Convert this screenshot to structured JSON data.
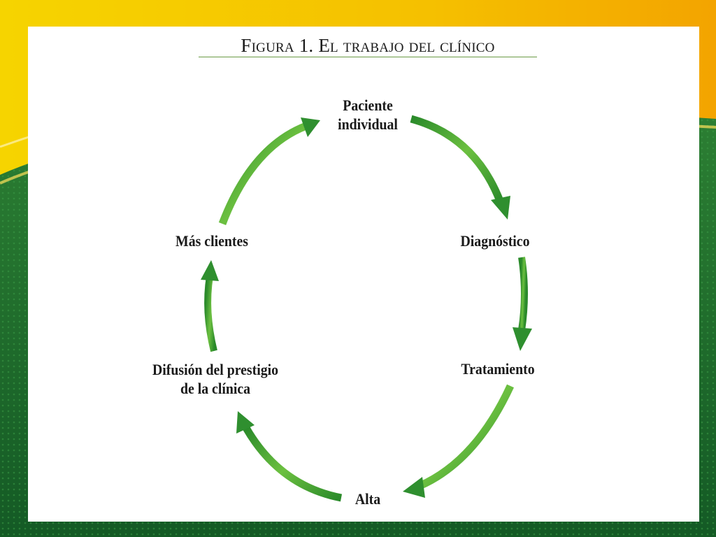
{
  "figure": {
    "title": "Figura 1. El trabajo del clínico"
  },
  "nodes": {
    "paciente": {
      "line1": "Paciente",
      "line2": "individual"
    },
    "diagnostico": {
      "line1": "Diagnóstico"
    },
    "tratamiento": {
      "line1": "Tratamiento"
    },
    "alta": {
      "line1": "Alta"
    },
    "difusion": {
      "line1": "Difusión del prestigio",
      "line2": "de la clínica"
    },
    "mas_clientes": {
      "line1": "Más clientes"
    }
  },
  "cycle_order": [
    "paciente",
    "diagnostico",
    "tratamiento",
    "alta",
    "difusion",
    "mas_clientes"
  ],
  "colors": {
    "arrow_dark": "#2a8a2a",
    "arrow_light": "#7cc84a",
    "frame_yellow": "#f2c200",
    "frame_green": "#1f6b2e",
    "text": "#1a1a1a"
  }
}
